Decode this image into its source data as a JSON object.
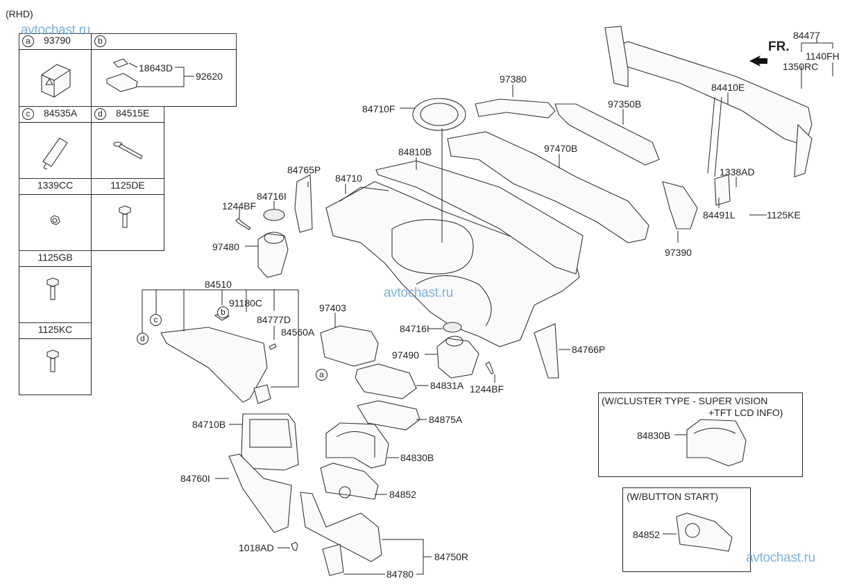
{
  "header": {
    "variant": "(RHD)"
  },
  "watermarks": [
    "avtochast.ru",
    "avtochast.ru",
    "avtochast.ru"
  ],
  "legend_table": {
    "cells": [
      {
        "tag": "a",
        "part": "93790",
        "icon": "hazard-switch-icon"
      },
      {
        "tag": "b",
        "part": "",
        "icon": "glovebox-lamp-icon",
        "sub_labels": [
          "18643D",
          "92620"
        ]
      },
      {
        "tag": "c",
        "part": "84535A",
        "icon": "damper-icon"
      },
      {
        "tag": "d",
        "part": "84515E",
        "icon": "pin-icon"
      },
      {
        "tag": "",
        "part": "1339CC",
        "icon": "nut-icon"
      },
      {
        "tag": "",
        "part": "1125DE",
        "icon": "bolt-icon"
      },
      {
        "tag": "",
        "part": "1125GB",
        "icon": "bolt-icon"
      },
      {
        "tag": "",
        "part": "1125KC",
        "icon": "bolt-icon"
      }
    ]
  },
  "direction": {
    "label": "FR."
  },
  "callouts": {
    "p84477": "84477",
    "p1140FH": "1140FH",
    "p1350RC": "1350RC",
    "p84410E": "84410E",
    "p97380": "97380",
    "p97350B": "97350B",
    "p84710F": "84710F",
    "p84810B": "84810B",
    "p97470B": "97470B",
    "p1338AD": "1338AD",
    "p84765P": "84765P",
    "p84710": "84710",
    "p84716I_a": "84716I",
    "p1244BF_a": "1244BF",
    "p84491L": "84491L",
    "p1125KE": "1125KE",
    "p97480": "97480",
    "p97390": "97390",
    "p84510": "84510",
    "p91180C": "91180C",
    "p84777D": "84777D",
    "p84560A": "84560A",
    "p97403": "97403",
    "p84716I_b": "84716I",
    "p97490": "97490",
    "p84766P": "84766P",
    "p84831A": "84831A",
    "p1244BF_b": "1244BF",
    "p84875A": "84875A",
    "p84710B": "84710B",
    "p84830B": "84830B",
    "p84760I": "84760I",
    "p84852": "84852",
    "p1018AD": "1018AD",
    "p84750R": "84750R",
    "p84780": "84780"
  },
  "circle_tags": {
    "a": "a",
    "b": "b",
    "c": "c",
    "d": "d"
  },
  "option_boxes": {
    "cluster": {
      "title_line1": "(W/CLUSTER TYPE - SUPER VISION",
      "title_line2": "+TFT LCD INFO)",
      "part": "84830B"
    },
    "button_start": {
      "title": "(W/BUTTON START)",
      "part": "84852"
    }
  }
}
